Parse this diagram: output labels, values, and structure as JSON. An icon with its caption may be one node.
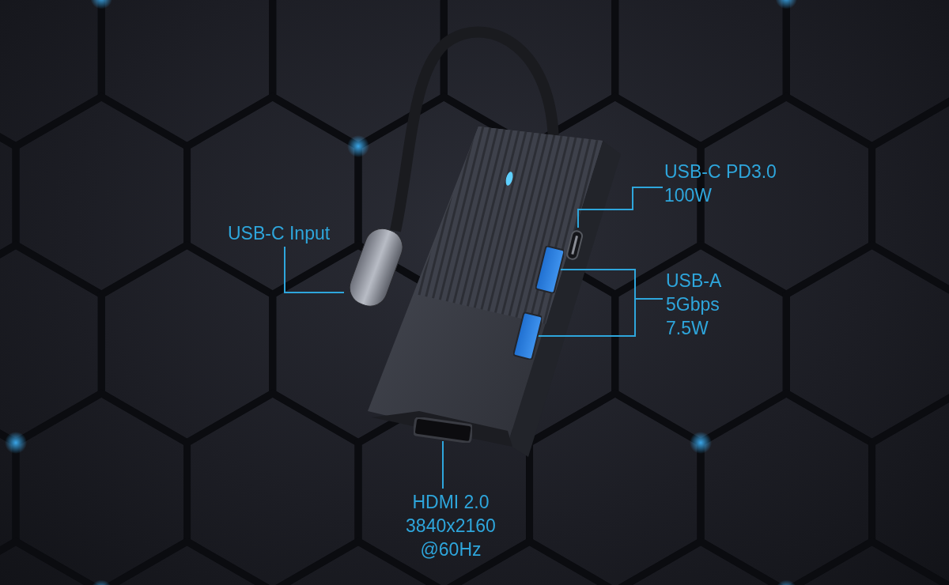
{
  "diagram": {
    "nodes": [
      {
        "text": [
          "USB-C Input"
        ]
      },
      {
        "text": [
          "USB-C PD3.0 100W"
        ]
      },
      {
        "text": [
          "USB-A 5Gbps 7.5W"
        ]
      },
      {
        "text": [
          "HDMI 2.0 3840x2160 @60Hz"
        ]
      },
      {
        "text": [],
        "shape": "picture"
      },
      {
        "text": [],
        "shape": "picture"
      },
      {
        "text": [],
        "shape": "picture"
      },
      {
        "text": [],
        "shape": "picture"
      },
      {
        "text": [],
        "shape": "picture"
      }
    ],
    "edges": [
      {
        "from": 0,
        "to": 4,
        "arrow": "none"
      },
      {
        "from": 1,
        "to": 5,
        "arrow": "none"
      },
      {
        "from": 2,
        "to": 6,
        "arrow": "none"
      },
      {
        "from": 2,
        "to": 7,
        "arrow": "none"
      },
      {
        "from": 3,
        "to": 8,
        "arrow": "none"
      }
    ]
  }
}
